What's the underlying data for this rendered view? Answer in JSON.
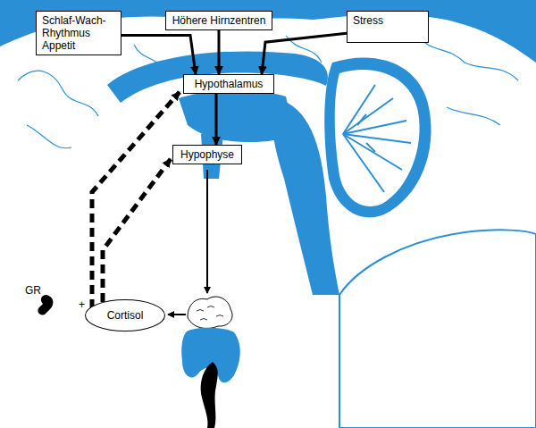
{
  "diagram": {
    "nodes": [
      {
        "text": [
          "Schlaf-Wach-Rhythmus",
          "Appetit"
        ]
      },
      {
        "text": [
          "Höhere Hirnzentren"
        ]
      },
      {
        "text": [
          "Stress"
        ]
      },
      {
        "text": [
          "Hypothalamus"
        ]
      },
      {
        "text": [
          "Hypophyse"
        ]
      },
      {
        "text": [
          "Cortisol"
        ]
      }
    ],
    "edges": [
      {
        "from": 0,
        "to": 3,
        "arrow": "to"
      },
      {
        "from": 1,
        "to": 3,
        "arrow": "to"
      },
      {
        "from": 2,
        "to": 3,
        "arrow": "to"
      },
      {
        "from": 3,
        "to": 4,
        "arrow": "to"
      },
      {
        "from": 5,
        "to": 3,
        "arrow": "to"
      },
      {
        "from": 5,
        "to": 4,
        "arrow": "to"
      }
    ],
    "labels": [
      "GR",
      "+"
    ]
  }
}
